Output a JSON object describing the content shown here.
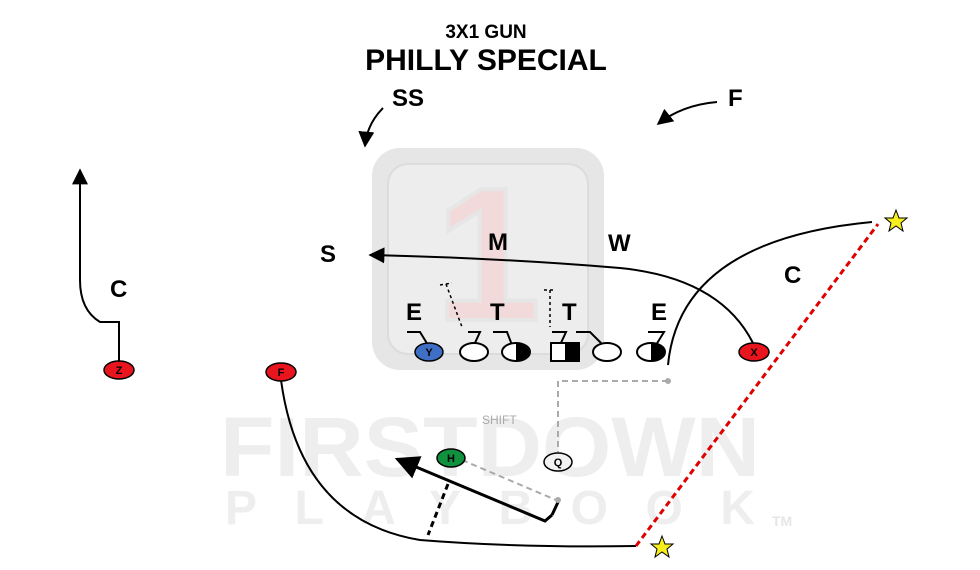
{
  "play": {
    "formation": "3X1 GUN",
    "name": "PHILLY SPECIAL",
    "annotation": "SHIFT"
  },
  "defense": {
    "ss": "SS",
    "f": "F",
    "s": "S",
    "m": "M",
    "w": "W",
    "c_left": "C",
    "c_right": "C",
    "de_left": "E",
    "dt_left": "T",
    "dt_right": "T",
    "de_right": "E"
  },
  "offense": {
    "z": "Z",
    "f": "F",
    "y": "Y",
    "x": "X",
    "h": "H",
    "q": "Q"
  },
  "watermark": {
    "line1": "FIRSTDOWN",
    "line2": "PLAYBOOK",
    "tm": "TM",
    "logo_glyph": "1"
  },
  "colors": {
    "red": "#e8141e",
    "blue": "#3f6fc4",
    "green": "#10913d",
    "star": "#f7ee1b",
    "route_dash": "#e00000",
    "shift_gray": "#aaaaaa"
  }
}
